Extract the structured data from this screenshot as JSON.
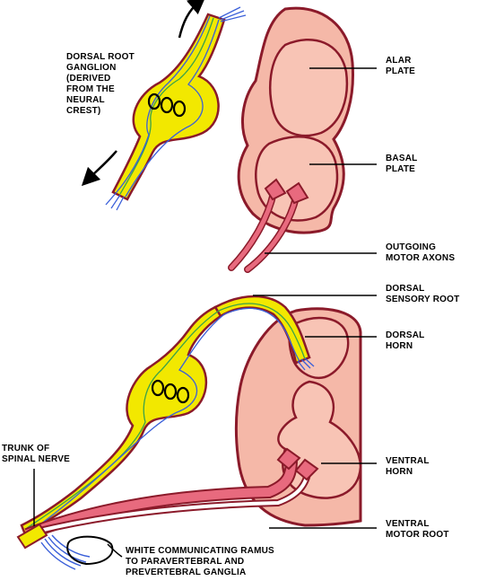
{
  "colors": {
    "cord_fill": "#f5b8a8",
    "cord_outline": "#8b1a2a",
    "ganglion_fill": "#f2e800",
    "ganglion_outline": "#8b1a2a",
    "fiber_green": "#3aa24a",
    "fiber_blue": "#3a5fd9",
    "motor_axon": "#e86a7e",
    "leader_line": "#000000"
  },
  "labels": {
    "dorsal_root_ganglion": "DORSAL ROOT\nGANGLION\n(DERIVED\nFROM THE\nNEURAL\nCREST)",
    "alar_plate": "ALAR\nPLATE",
    "basal_plate": "BASAL\nPLATE",
    "outgoing_motor_axons": "OUTGOING\nMOTOR AXONS",
    "dorsal_sensory_root": "DORSAL\nSENSORY ROOT",
    "dorsal_horn": "DORSAL\nHORN",
    "trunk_of_spinal_nerve": "TRUNK OF\nSPINAL NERVE",
    "ventral_horn": "VENTRAL\nHORN",
    "ventral_motor_root": "VENTRAL\nMOTOR ROOT",
    "white_communicating_ramus": "WHITE COMMUNICATING RAMUS\nTO PARAVERTEBRAL AND\nPREVERTEBRAL GANGLIA"
  }
}
